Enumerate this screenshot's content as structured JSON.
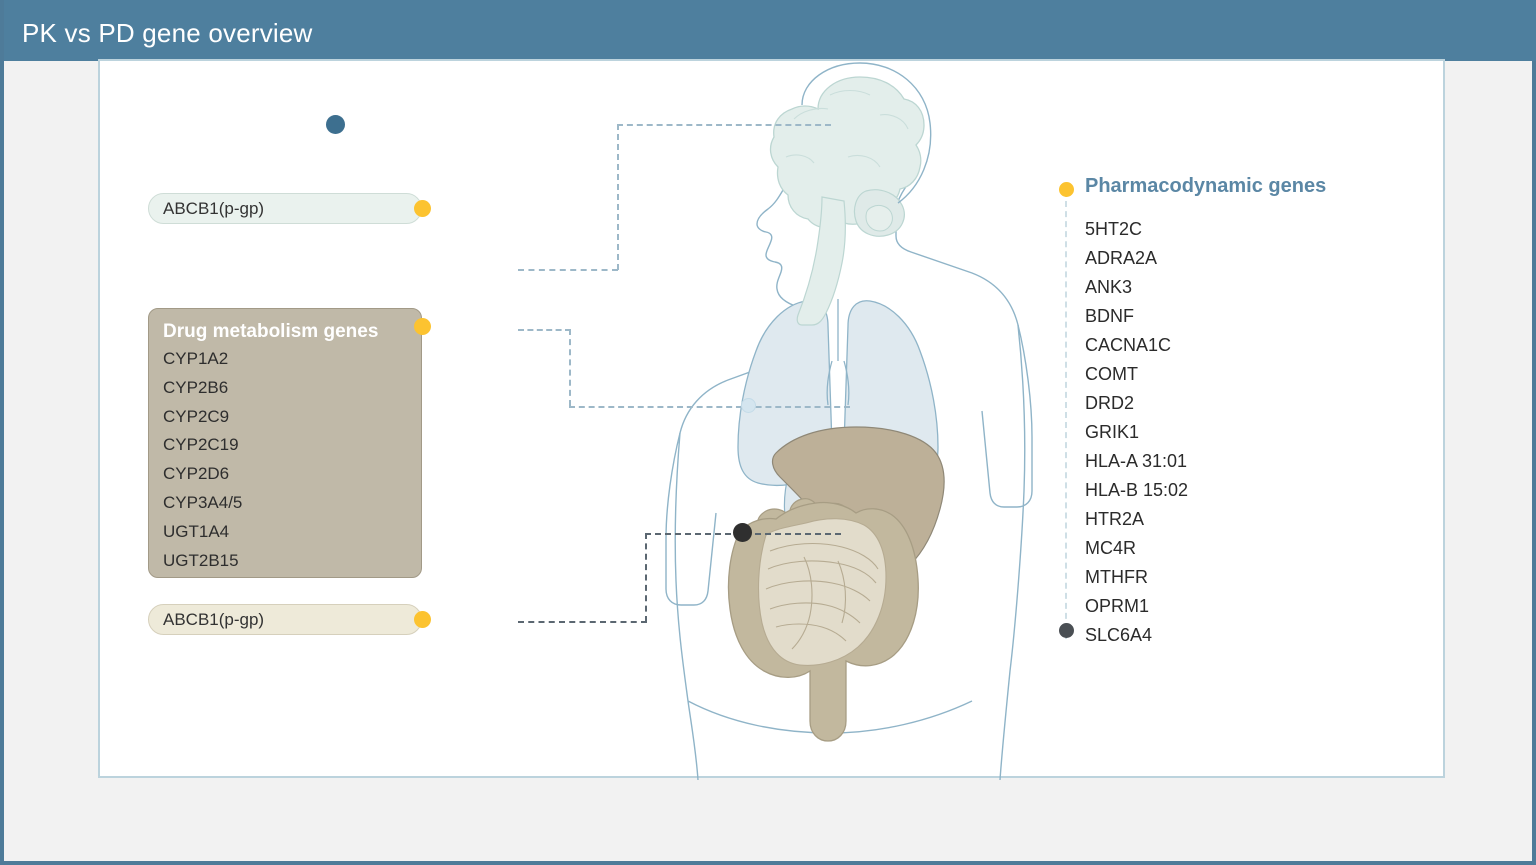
{
  "header": {
    "title": "PK vs PD gene overview",
    "bar_color": "#4e7f9e"
  },
  "colors": {
    "accent_yellow": "#fcc330",
    "brain_dot": "#3d6f8f",
    "gut_dot": "#2f2f2f",
    "liver_dot": "#d4e5ef",
    "pd_title": "#5b87a5",
    "dmg_box": "#c0b9a8",
    "abcb1_brain_box": "#eaf2ee",
    "abcb1_gut_box": "#eeead9",
    "card_border": "#bcd3dd",
    "dash_light": "#9db8c8",
    "dash_dark": "#5b6771"
  },
  "callouts": {
    "abcb1_brain": {
      "label": "ABCB1(p-gp)"
    },
    "abcb1_gut": {
      "label": "ABCB1(p-gp)"
    },
    "drug_metabolism": {
      "title": "Drug metabolism genes",
      "genes": [
        "CYP1A2",
        "CYP2B6",
        "CYP2C9",
        "CYP2C19",
        "CYP2D6",
        "CYP3A4/5",
        "UGT1A4",
        "UGT2B15"
      ]
    }
  },
  "pharmacodynamic": {
    "title": "Pharmacodynamic genes",
    "genes": [
      "5HT2C",
      "ADRA2A",
      "ANK3",
      "BDNF",
      "CACNA1C",
      "COMT",
      "DRD2",
      "GRIK1",
      "HLA-A 31:01",
      "HLA-B 15:02",
      "HTR2A",
      "MC4R",
      "MTHFR",
      "OPRM1",
      "SLC6A4"
    ]
  },
  "anatomy": {
    "brain_marker": "brain-anchor-dot",
    "liver_marker": "liver-anchor-dot",
    "intestine_marker": "intestine-anchor-dot"
  }
}
